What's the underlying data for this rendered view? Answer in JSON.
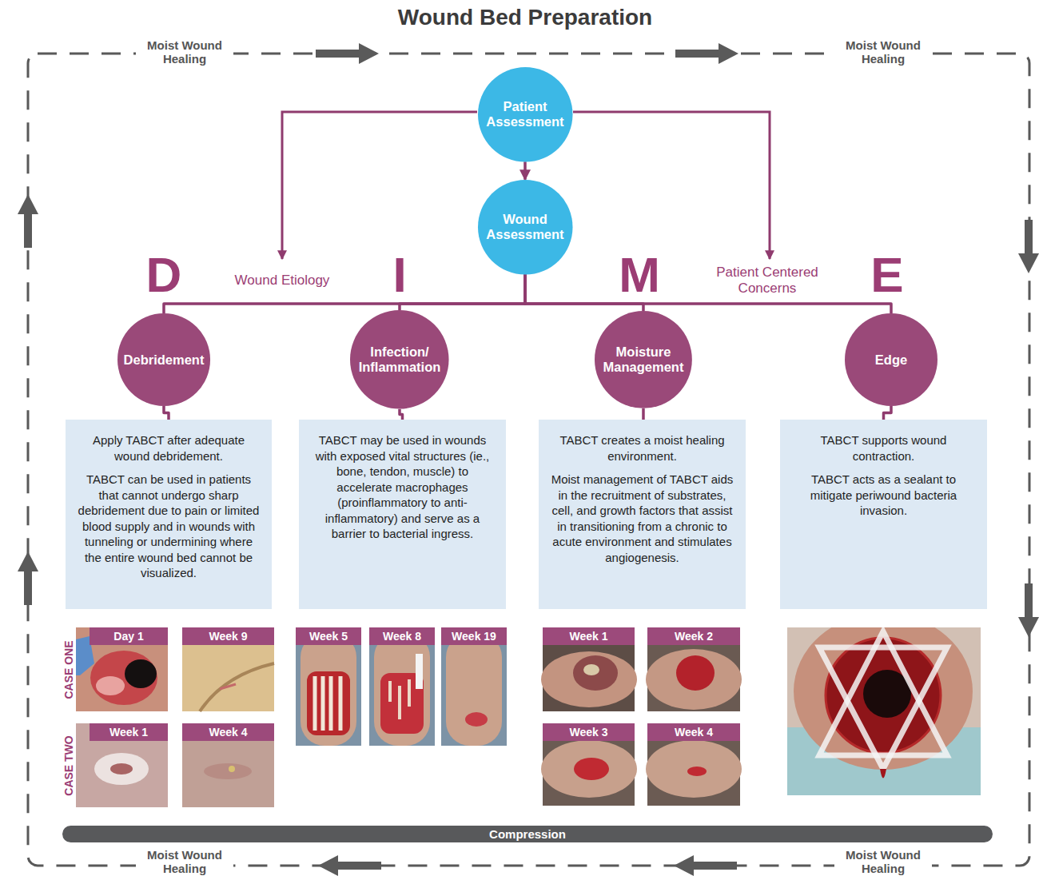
{
  "diagram": {
    "title": "Wound Bed Preparation",
    "nodes": [
      {
        "text": [
          "Patient Assessment"
        ]
      },
      {
        "text": [
          "Wound Assessment"
        ]
      },
      {
        "text": [
          "Debridement"
        ]
      },
      {
        "text": [
          "Infection/ Inflammation"
        ]
      },
      {
        "text": [
          "Moisture Management"
        ]
      },
      {
        "text": [
          "Edge"
        ]
      },
      {
        "text": [
          "Apply TABCT after adequate wound debridement.",
          "TABCT can be used in patients that cannot undergo sharp debridement due to pain or limited blood supply and in wounds with tunneling or undermining where the entire wound bed cannot be visualized."
        ]
      },
      {
        "text": [
          "TABCT may be used in wounds with exposed vital structures (ie., bone, tendon, muscle) to accelerate macrophages (proinflammatory to anti-inflammatory) and serve as a barrier to bacterial ingress."
        ]
      },
      {
        "text": [
          "TABCT creates a moist healing environment.",
          "Moist management of TABCT aids in the recruitment of substrates, cell, and growth factors that assist in transitioning from a chronic to acute environment and stimulates angiogenesis."
        ]
      },
      {
        "text": [
          "TABCT supports wound contraction.",
          "TABCT acts as a sealant to mitigate periwound bacteria invasion."
        ]
      },
      {
        "text": [
          "Compression"
        ]
      }
    ],
    "edges": [
      {
        "from": 0,
        "to": 1,
        "arrow": "to"
      },
      {
        "from": 1,
        "to": 2,
        "arrow": "none"
      },
      {
        "from": 1,
        "to": 3,
        "arrow": "none"
      },
      {
        "from": 1,
        "to": 4,
        "arrow": "none"
      },
      {
        "from": 1,
        "to": 5,
        "arrow": "none"
      },
      {
        "from": 2,
        "to": 6,
        "arrow": "none"
      },
      {
        "from": 3,
        "to": 7,
        "arrow": "none"
      },
      {
        "from": 4,
        "to": 8,
        "arrow": "none"
      },
      {
        "from": 5,
        "to": 9,
        "arrow": "none"
      }
    ],
    "labels": [
      "Moist Wound Healing",
      "Moist Wound Healing",
      "Wound Etiology",
      "D",
      "I",
      "M",
      "Patient Centered Concerns",
      "E",
      "CASE ONE",
      "Day 1",
      "Week 9",
      "CASE TWO",
      "Week 1",
      "Week 4",
      "Week 5",
      "Week 8",
      "Week 19",
      "Week 1",
      "Week 2",
      "Week 3",
      "Week 4",
      "Moist Wound Healing",
      "Moist Wound Healing"
    ]
  }
}
